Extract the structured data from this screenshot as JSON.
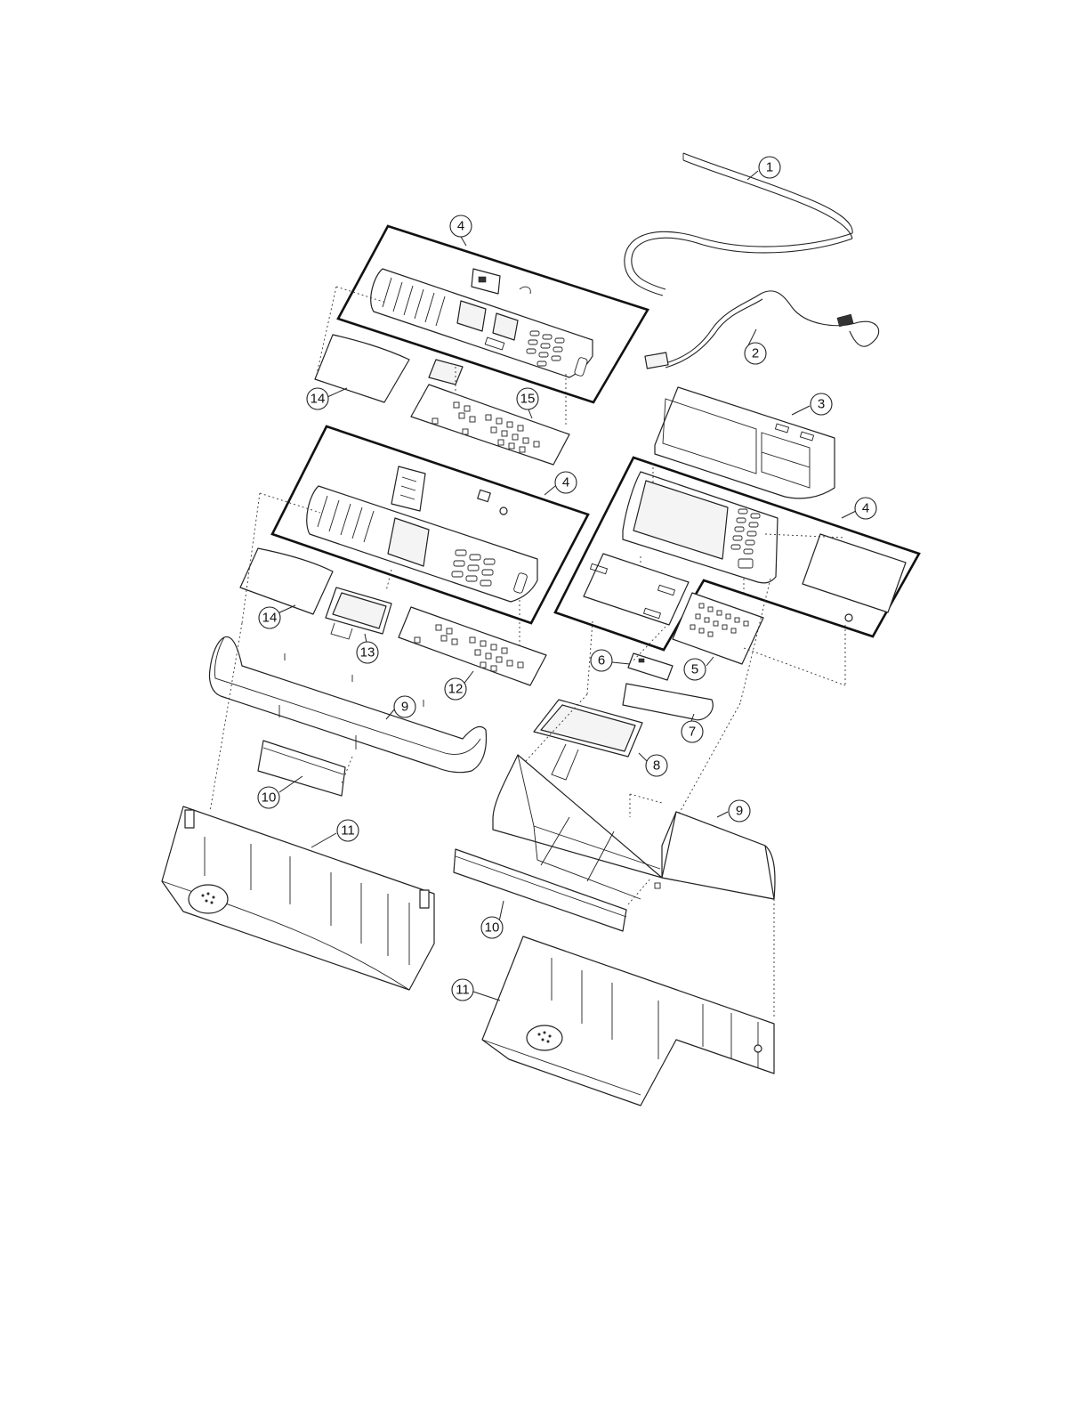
{
  "callouts": [
    {
      "id": "c1",
      "label": "1"
    },
    {
      "id": "c2",
      "label": "2"
    },
    {
      "id": "c3",
      "label": "3"
    },
    {
      "id": "c4a",
      "label": "4"
    },
    {
      "id": "c4b",
      "label": "4"
    },
    {
      "id": "c4c",
      "label": "4"
    },
    {
      "id": "c5",
      "label": "5"
    },
    {
      "id": "c6",
      "label": "6"
    },
    {
      "id": "c7",
      "label": "7"
    },
    {
      "id": "c8",
      "label": "8"
    },
    {
      "id": "c9a",
      "label": "9"
    },
    {
      "id": "c9b",
      "label": "9"
    },
    {
      "id": "c10a",
      "label": "10"
    },
    {
      "id": "c10b",
      "label": "10"
    },
    {
      "id": "c11a",
      "label": "11"
    },
    {
      "id": "c11b",
      "label": "11"
    },
    {
      "id": "c12",
      "label": "12"
    },
    {
      "id": "c13",
      "label": "13"
    },
    {
      "id": "c14a",
      "label": "14"
    },
    {
      "id": "c14b",
      "label": "14"
    },
    {
      "id": "c15",
      "label": "15"
    }
  ]
}
